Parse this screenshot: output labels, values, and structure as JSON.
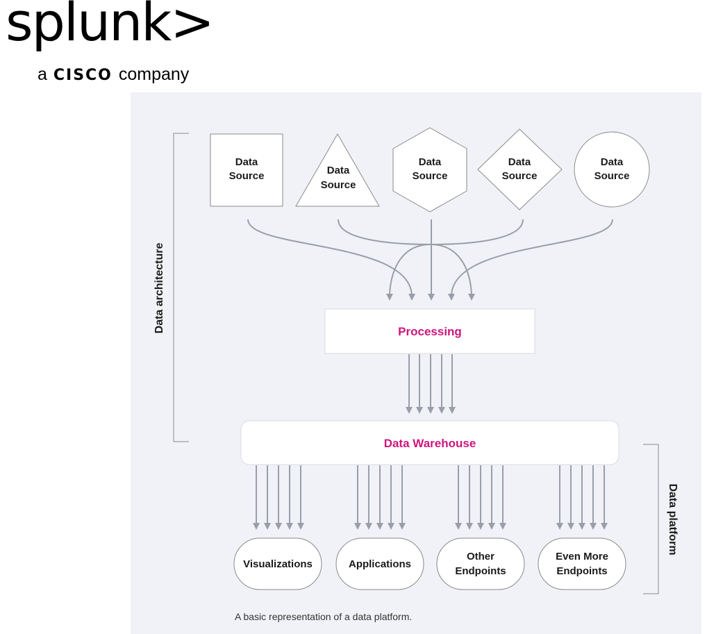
{
  "brand": {
    "wordmark": "splunk>",
    "tagline_prefix": "a",
    "tagline_brand": "CISCO",
    "tagline_suffix": "company"
  },
  "diagram": {
    "sources": [
      {
        "shape": "square",
        "label_line1": "Data",
        "label_line2": "Source"
      },
      {
        "shape": "triangle",
        "label_line1": "Data",
        "label_line2": "Source"
      },
      {
        "shape": "hexagon",
        "label_line1": "Data",
        "label_line2": "Source"
      },
      {
        "shape": "diamond",
        "label_line1": "Data",
        "label_line2": "Source"
      },
      {
        "shape": "circle",
        "label_line1": "Data",
        "label_line2": "Source"
      }
    ],
    "processing_label": "Processing",
    "warehouse_label": "Data Warehouse",
    "endpoints": [
      {
        "label_line1": "Visualizations",
        "label_line2": ""
      },
      {
        "label_line1": "Applications",
        "label_line2": ""
      },
      {
        "label_line1": "Other",
        "label_line2": "Endpoints"
      },
      {
        "label_line1": "Even More",
        "label_line2": "Endpoints"
      }
    ],
    "architecture_label": "Data architecture",
    "platform_label": "Data platform",
    "caption": "A basic representation of a data platform."
  },
  "colors": {
    "accent": "#d0157e",
    "arrow": "#9a9ea8",
    "panel_bg": "#f0f2f7",
    "shape_stroke": "#8a8a8a"
  }
}
